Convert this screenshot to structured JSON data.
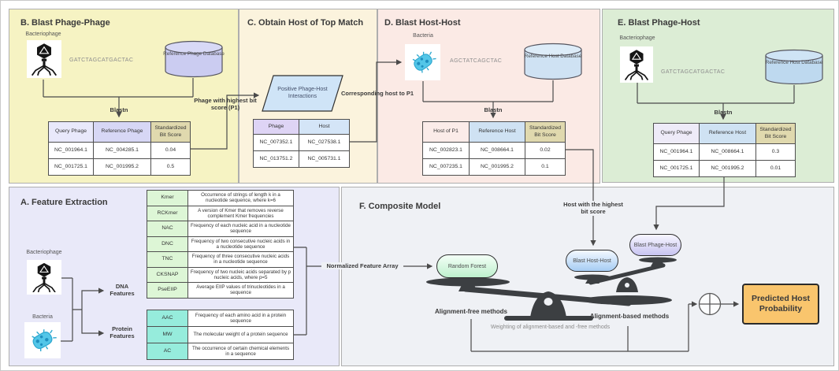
{
  "colors": {
    "panel_b_bg": "#f6f3c3",
    "panel_c_bg": "#fbf3dd",
    "panel_d_bg": "#fbeae5",
    "panel_e_bg": "#dcedd5",
    "panel_a_bg": "#e9e9f9",
    "panel_f_bg": "#eff1f5",
    "output_orange": "#f9c56d",
    "tan_header": "#e0d9ae",
    "blue_header": "#cfe2f3",
    "dna_green": "#ddf6d6",
    "protein_teal": "#96ecdc",
    "bacteria_cyan": "#53c6e8"
  },
  "panelB": {
    "title": "B. Blast Phage-Phage",
    "phage_label": "Bacteriophage",
    "sequence": "GATCTAGCATGACTAC",
    "database": "Reference Phage Database",
    "blast_label": "Blastn",
    "table": {
      "headers": [
        "Query Phage",
        "Reference Phage",
        "Standardized Bit Score"
      ],
      "rows": [
        [
          "NC_001964.1",
          "NC_004285.1",
          "0.04"
        ],
        [
          "NC_001725.1",
          "NC_001995.2",
          "0.5"
        ]
      ]
    },
    "out_label": "Phage with highest bit score (P1)"
  },
  "panelC": {
    "title": "C. Obtain Host of Top Match",
    "parallelogram": "Positive Phage-Host Interactions",
    "table": {
      "headers": [
        "Phage",
        "Host"
      ],
      "rows": [
        [
          "NC_007352.1",
          "NC_027538.1"
        ],
        [
          "NC_013751.2",
          "NC_005731.1"
        ]
      ]
    },
    "out_label": "Corresponding host to P1"
  },
  "panelD": {
    "title": "D. Blast Host-Host",
    "bacteria_label": "Bacteria",
    "sequence": "AGCTATCAGCTAC",
    "database": "Reference Host Database",
    "blast_label": "Blastn",
    "table": {
      "headers": [
        "Host of P1",
        "Reference Host",
        "Standardized Bit Score"
      ],
      "rows": [
        [
          "NC_002823.1",
          "NC_008664.1",
          "0.02"
        ],
        [
          "NC_007235.1",
          "NC_001995.2",
          "0.1"
        ]
      ]
    },
    "out_label": "Host with the highest bit score"
  },
  "panelE": {
    "title": "E. Blast Phage-Host",
    "phage_label": "Bacteriophage",
    "sequence": "GATCTAGCATGACTAC",
    "database": "Reference Host Database",
    "blast_label": "Blastn",
    "table": {
      "headers": [
        "Query Phage",
        "Reference Host",
        "Standardized Bit Score"
      ],
      "rows": [
        [
          "NC_001964.1",
          "NC_008664.1",
          "0.3"
        ],
        [
          "NC_001725.1",
          "NC_001995.2",
          "0.01"
        ]
      ]
    }
  },
  "panelA": {
    "title": "A. Feature Extraction",
    "phage_label": "Bacteriophage",
    "bacteria_label": "Bacteria",
    "dna_branch": "DNA Features",
    "protein_branch": "Protein Features",
    "dna_features": [
      {
        "name": "Kmer",
        "desc": "Occurrence of strings of length k in a nucleotide sequence, where k=6"
      },
      {
        "name": "RCKmer",
        "desc": "A version of Kmer that removes reverse complement Kmer frequencies"
      },
      {
        "name": "NAC",
        "desc": "Frequency of each nucleic acid in a nucleotide sequence"
      },
      {
        "name": "DNC",
        "desc": "Frequency of two consecutive nucleic acids in a nucleotide sequence"
      },
      {
        "name": "TNC",
        "desc": "Frequency of three consecutive nucleic acids in a nucleotide sequence"
      },
      {
        "name": "CKSNAP",
        "desc": "Frequency of two nucleic acids separated by p nucleic acids, where p=5"
      },
      {
        "name": "PseEIIP",
        "desc": "Average EIIP values of trinucleotides in a sequence"
      }
    ],
    "protein_features": [
      {
        "name": "AAC",
        "desc": "Frequency of each amino acid in a protein sequence"
      },
      {
        "name": "MW",
        "desc": "The molecular weight of a protein sequence"
      },
      {
        "name": "AC",
        "desc": "The occurrence of certain chemical elements in a sequence"
      }
    ]
  },
  "panelF": {
    "title": "F. Composite Model",
    "input_label": "Normalized Feature Array",
    "random_forest": "Random Forest",
    "blast_host_host": "Blast Host-Host",
    "blast_phage_host": "Blast Phage-Host",
    "left_method": "Alignment-free methods",
    "right_method": "Alignment-based methods",
    "weighting": "Weighting of alignment-based and -free methods",
    "output": "Predicted Host Probability"
  }
}
